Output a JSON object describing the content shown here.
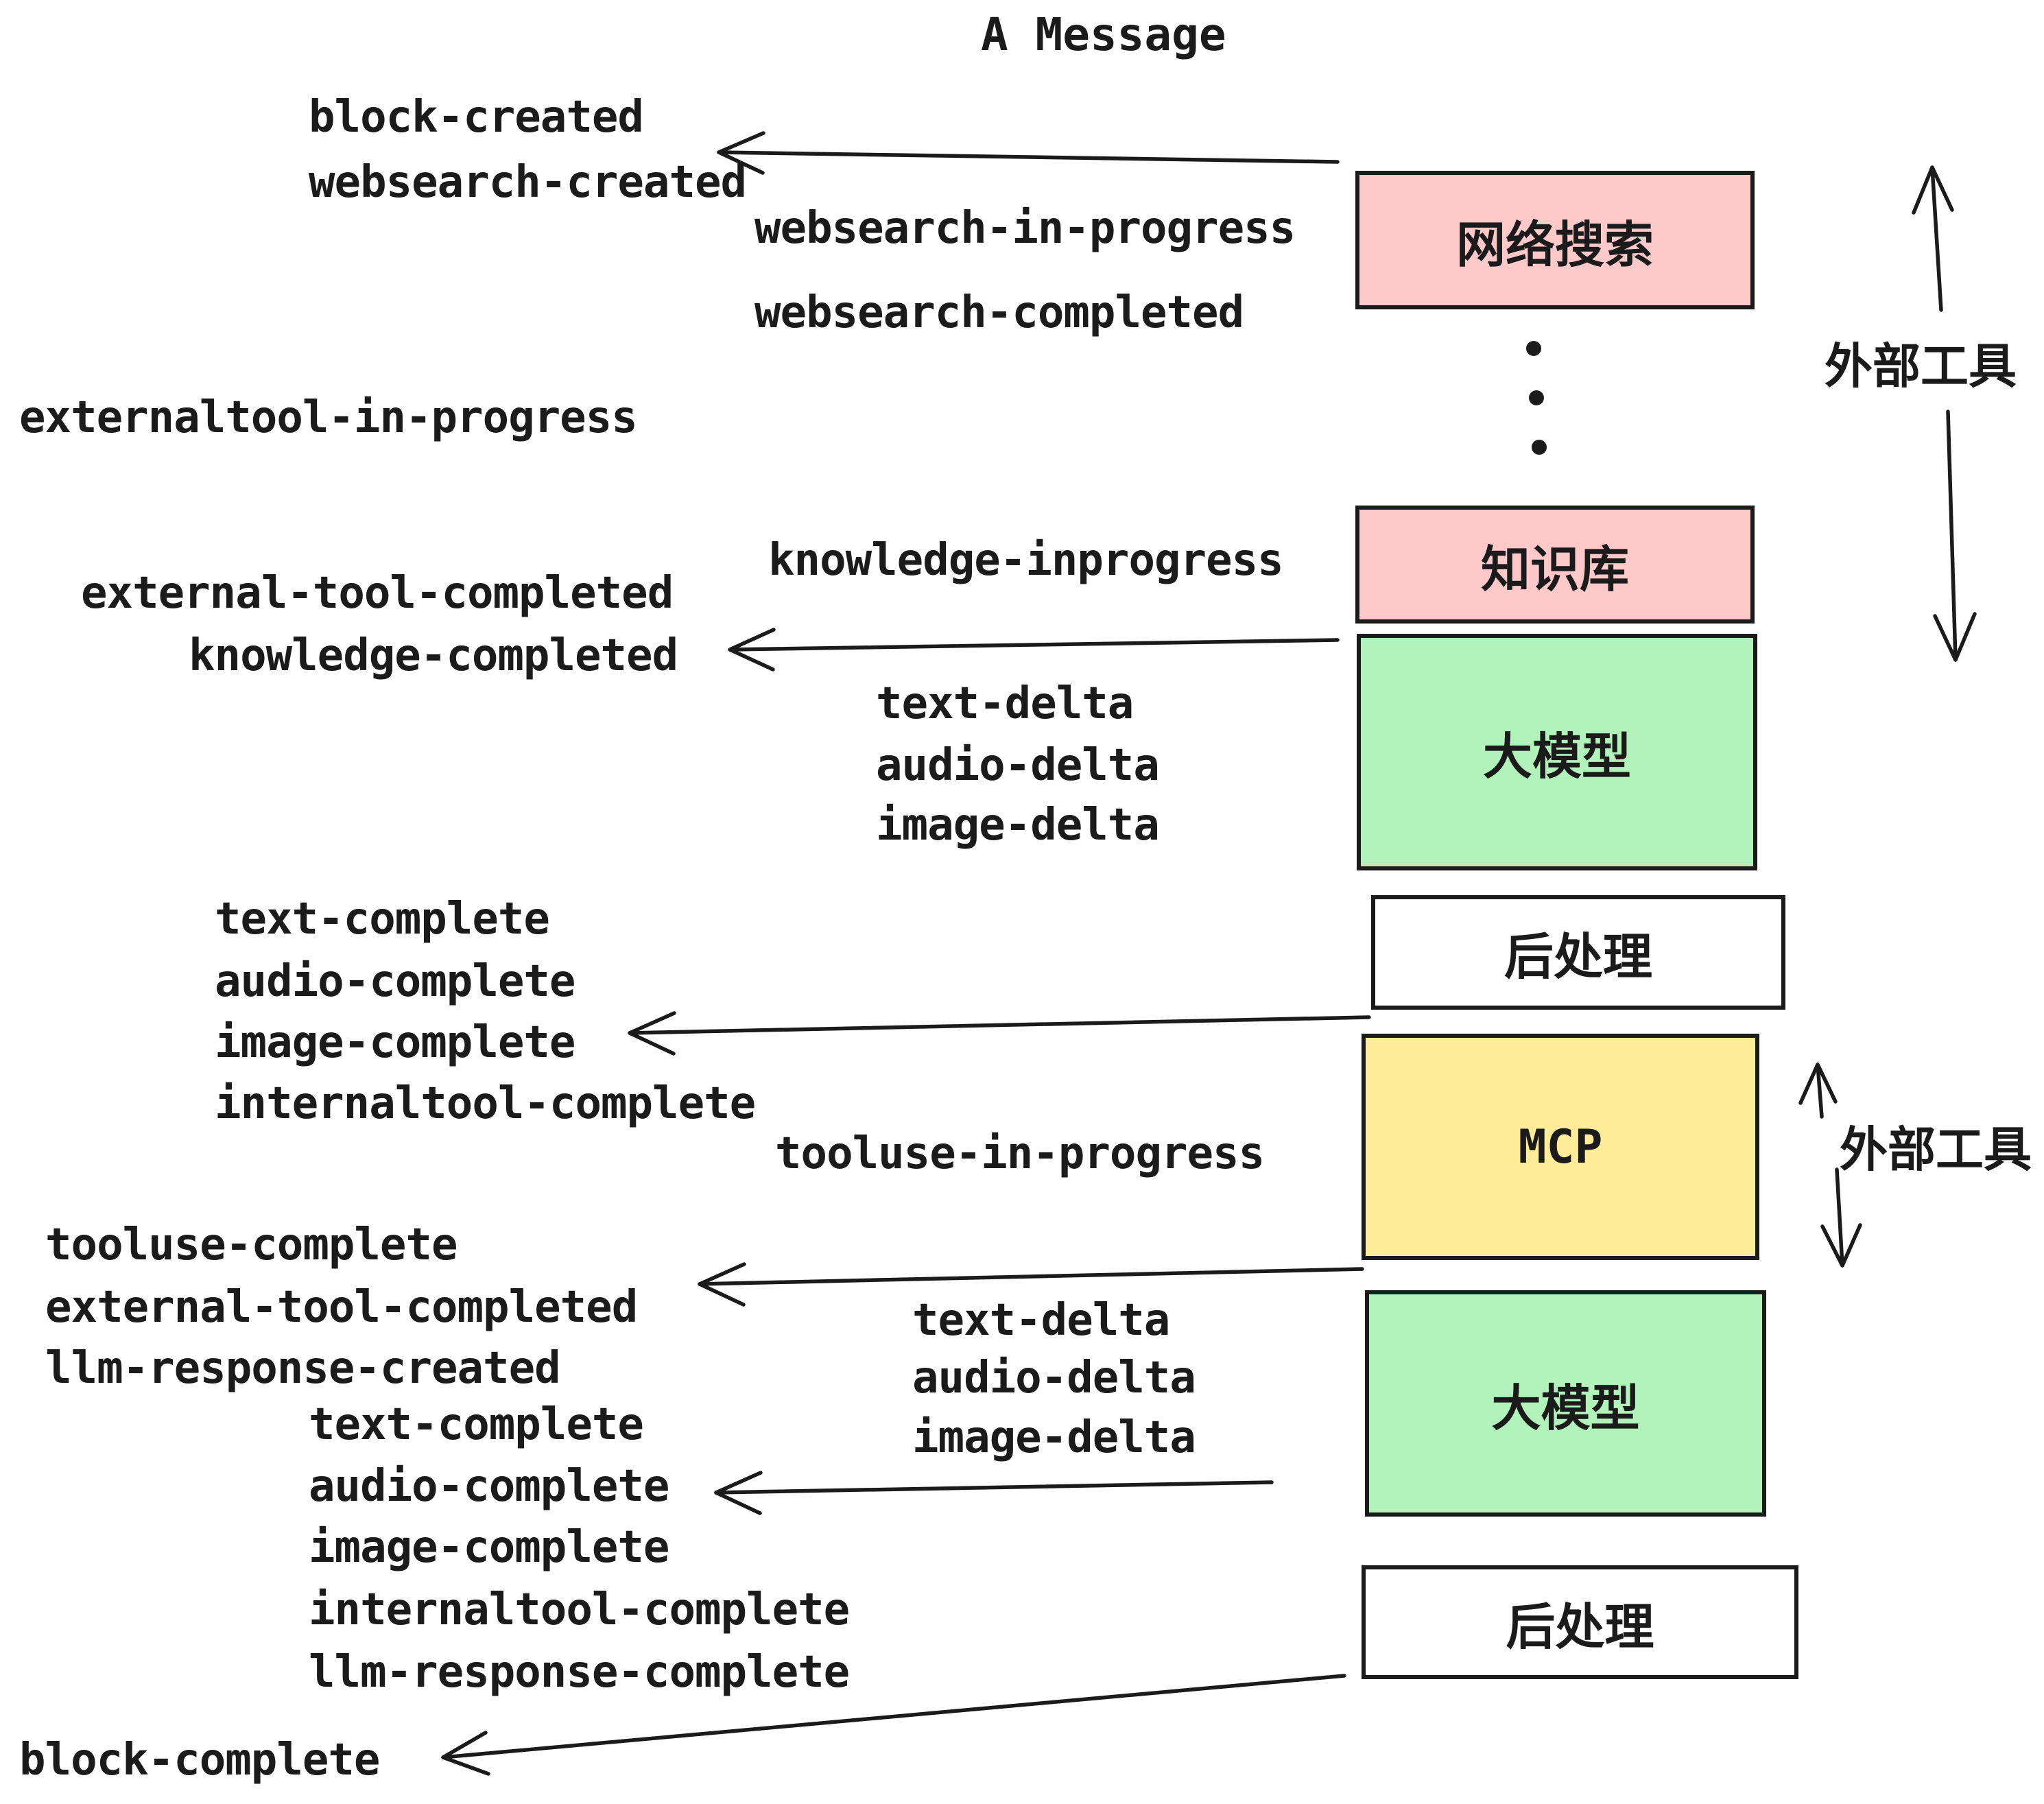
{
  "title": "A Message",
  "colors": {
    "box_pink": "#ffc9c9",
    "box_green": "#b2f2bb",
    "box_yellow": "#ffec99",
    "box_white": "#ffffff",
    "ink": "#1b1b1b"
  },
  "boxes": {
    "websearch": {
      "label": "网络搜索"
    },
    "knowledge": {
      "label": "知识库"
    },
    "llm1": {
      "label": "大模型"
    },
    "post1": {
      "label": "后处理"
    },
    "mcp": {
      "label": "MCP"
    },
    "llm2": {
      "label": "大模型"
    },
    "post2": {
      "label": "后处理"
    }
  },
  "side_labels": {
    "external_tools_top": "外部工具",
    "external_tools_mcp": "外部工具"
  },
  "events": {
    "block_created": "block-created",
    "websearch_created": "websearch-created",
    "websearch_in_progress": "websearch-in-progress",
    "websearch_completed": "websearch-completed",
    "externaltool_in_progress": "externaltool-in-progress",
    "knowledge_inprogress": "knowledge-inprogress",
    "external_tool_completed": "external-tool-completed",
    "knowledge_completed": "knowledge-completed",
    "text_delta_1": "text-delta",
    "audio_delta_1": "audio-delta",
    "image_delta_1": "image-delta",
    "text_complete_1": "text-complete",
    "audio_complete_1": "audio-complete",
    "image_complete_1": "image-complete",
    "internaltool_complete_1": "internaltool-complete",
    "tooluse_in_progress": "tooluse-in-progress",
    "tooluse_complete": "tooluse-complete",
    "external_tool_completed_2": "external-tool-completed",
    "llm_response_created": "llm-response-created",
    "text_delta_2": "text-delta",
    "audio_delta_2": "audio-delta",
    "image_delta_2": "image-delta",
    "text_complete_2": "text-complete",
    "audio_complete_2": "audio-complete",
    "image_complete_2": "image-complete",
    "internaltool_complete_2": "internaltool-complete",
    "llm_response_complete": "llm-response-complete",
    "block_complete": "block-complete"
  }
}
